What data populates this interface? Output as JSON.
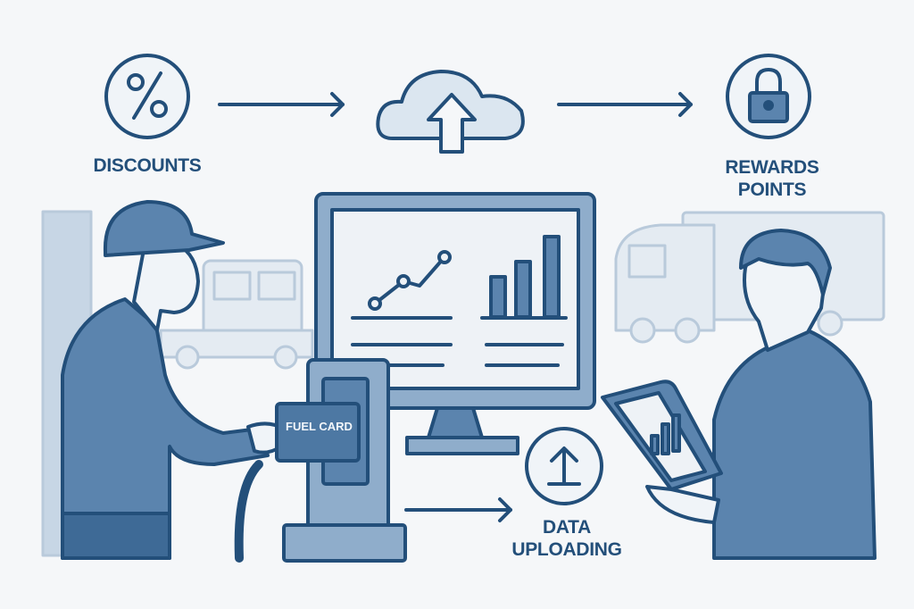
{
  "labels": {
    "discounts": "DISCOUNTS",
    "rewards_line1": "REWARDS",
    "rewards_line2": "POINTS",
    "data_line1": "DATA",
    "data_line2": "UPLOADING",
    "fuel_card": "FUEL CARD"
  },
  "icons": [
    "percent-icon",
    "cloud-upload-icon",
    "lock-icon",
    "upload-icon",
    "arrow-right-icon"
  ],
  "colors": {
    "dark": "#234f7a",
    "mid": "#5b84ae",
    "light": "#dbe6f0",
    "background": "#f5f7f9"
  }
}
